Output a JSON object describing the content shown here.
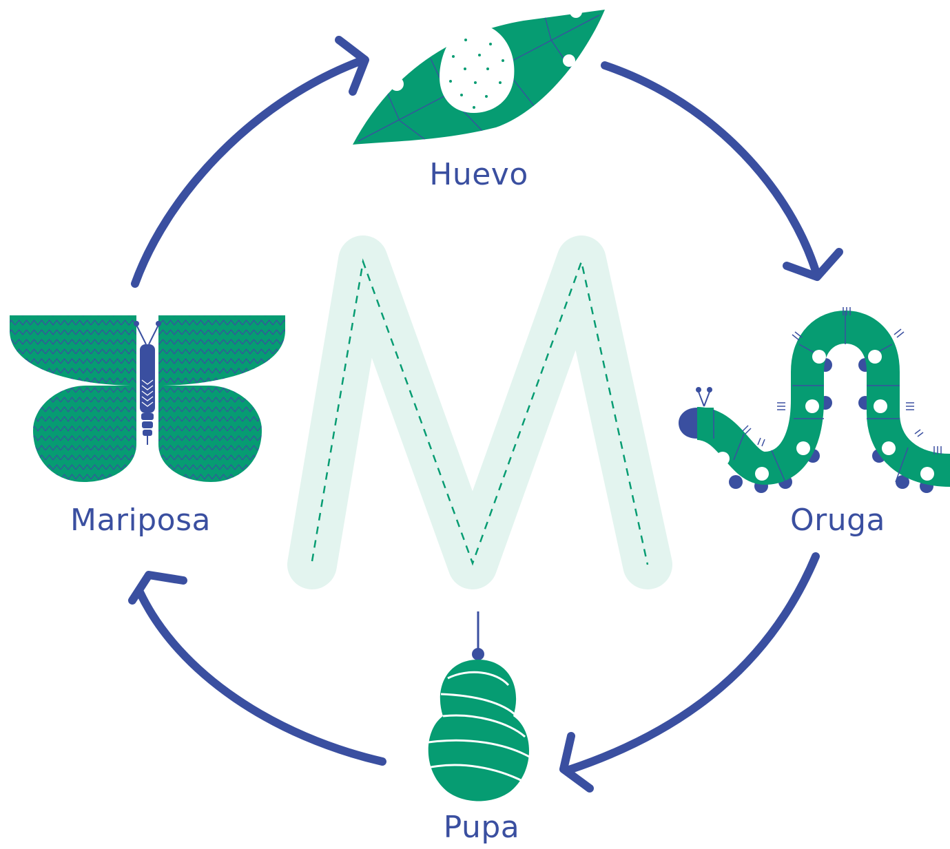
{
  "colors": {
    "blue": "#3a4fa0",
    "green": "#069c72",
    "mint": "#e3f4ef",
    "white": "#ffffff"
  },
  "center_letter": "M",
  "stages": [
    {
      "name": "Huevo",
      "icon": "egg-on-leaf-icon"
    },
    {
      "name": "Oruga",
      "icon": "caterpillar-icon"
    },
    {
      "name": "Pupa",
      "icon": "pupa-icon"
    },
    {
      "name": "Mariposa",
      "icon": "butterfly-icon"
    }
  ]
}
